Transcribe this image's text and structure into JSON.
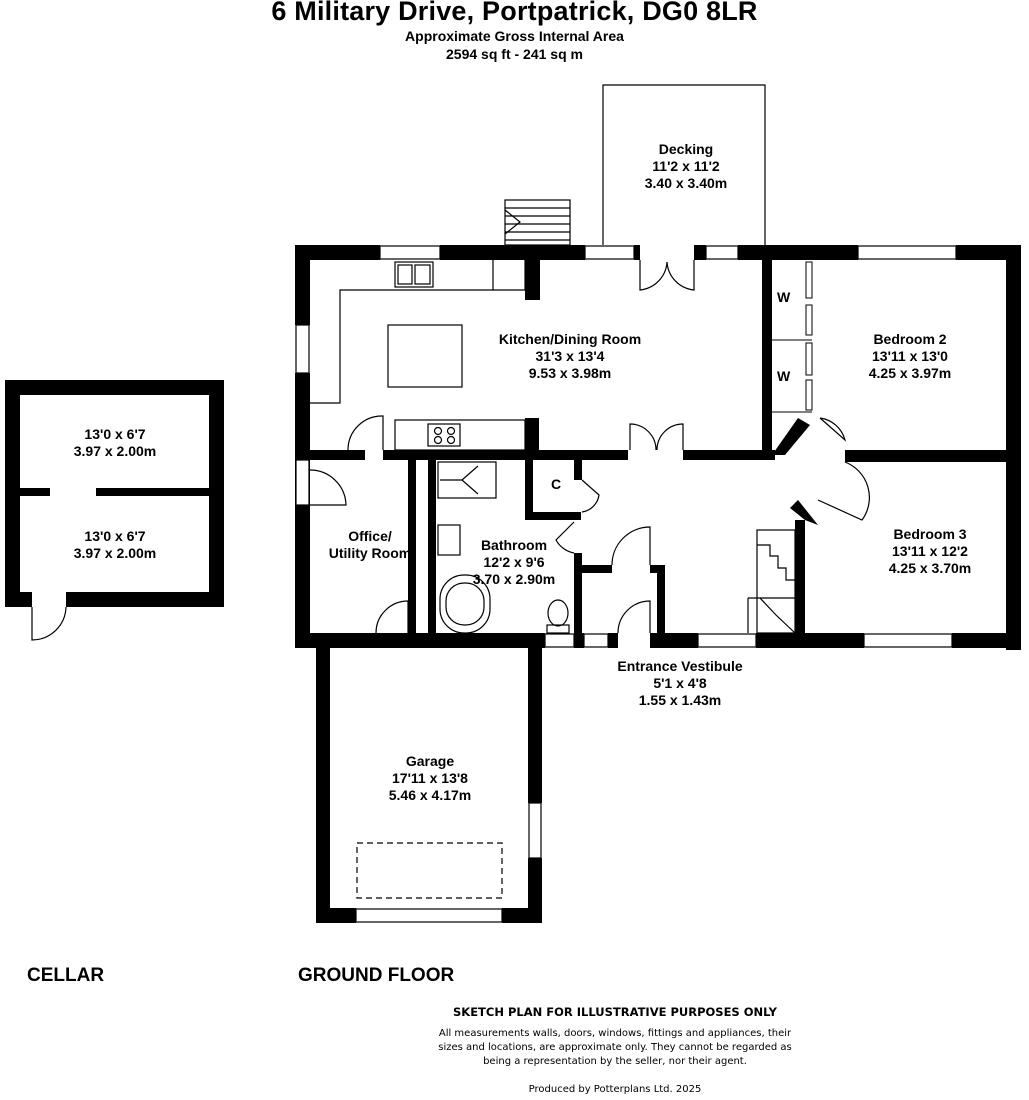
{
  "header": {
    "address": "6 Military Drive, Portpatrick, DG0 8LR",
    "area_label": "Approximate Gross Internal Area",
    "area_value": "2594 sq ft - 241 sq m"
  },
  "rooms": {
    "decking": {
      "name": "Decking",
      "imperial": "11'2 x 11'2",
      "metric": "3.40 x 3.40m"
    },
    "kitchen": {
      "name": "Kitchen/Dining Room",
      "imperial": "31'3 x 13'4",
      "metric": "9.53 x 3.98m"
    },
    "bedroom2": {
      "name": "Bedroom 2",
      "imperial": "13'11 x 13'0",
      "metric": "4.25 x 3.97m"
    },
    "bedroom3": {
      "name": "Bedroom 3",
      "imperial": "13'11 x 12'2",
      "metric": "4.25 x 3.70m"
    },
    "bathroom": {
      "name": "Bathroom",
      "imperial": "12'2 x 9'6",
      "metric": "3.70 x 2.90m"
    },
    "office": {
      "name_line1": "Office/",
      "name_line2": "Utility Room"
    },
    "vestibule": {
      "name": "Entrance Vestibule",
      "imperial": "5'1 x 4'8",
      "metric": "1.55 x 1.43m"
    },
    "garage": {
      "name": "Garage",
      "imperial": "17'11 x 13'8",
      "metric": "5.46 x 4.17m"
    },
    "cellar_upper": {
      "imperial": "13'0 x 6'7",
      "metric": "3.97 x 2.00m"
    },
    "cellar_lower": {
      "imperial": "13'0 x 6'7",
      "metric": "3.97 x 2.00m"
    }
  },
  "labels": {
    "wardrobe": "W",
    "cupboard": "C"
  },
  "floors": {
    "cellar": "CELLAR",
    "ground": "GROUND FLOOR"
  },
  "disclaimer": {
    "heading": "SKETCH PLAN FOR ILLUSTRATIVE PURPOSES ONLY",
    "line1": "All measurements walls, doors, windows, fittings and appliances, their",
    "line2": "sizes and locations, are approximate only. They cannot be regarded as",
    "line3": "being a representation by the seller, nor their agent.",
    "producer": "Produced by Potterplans Ltd. 2025"
  }
}
